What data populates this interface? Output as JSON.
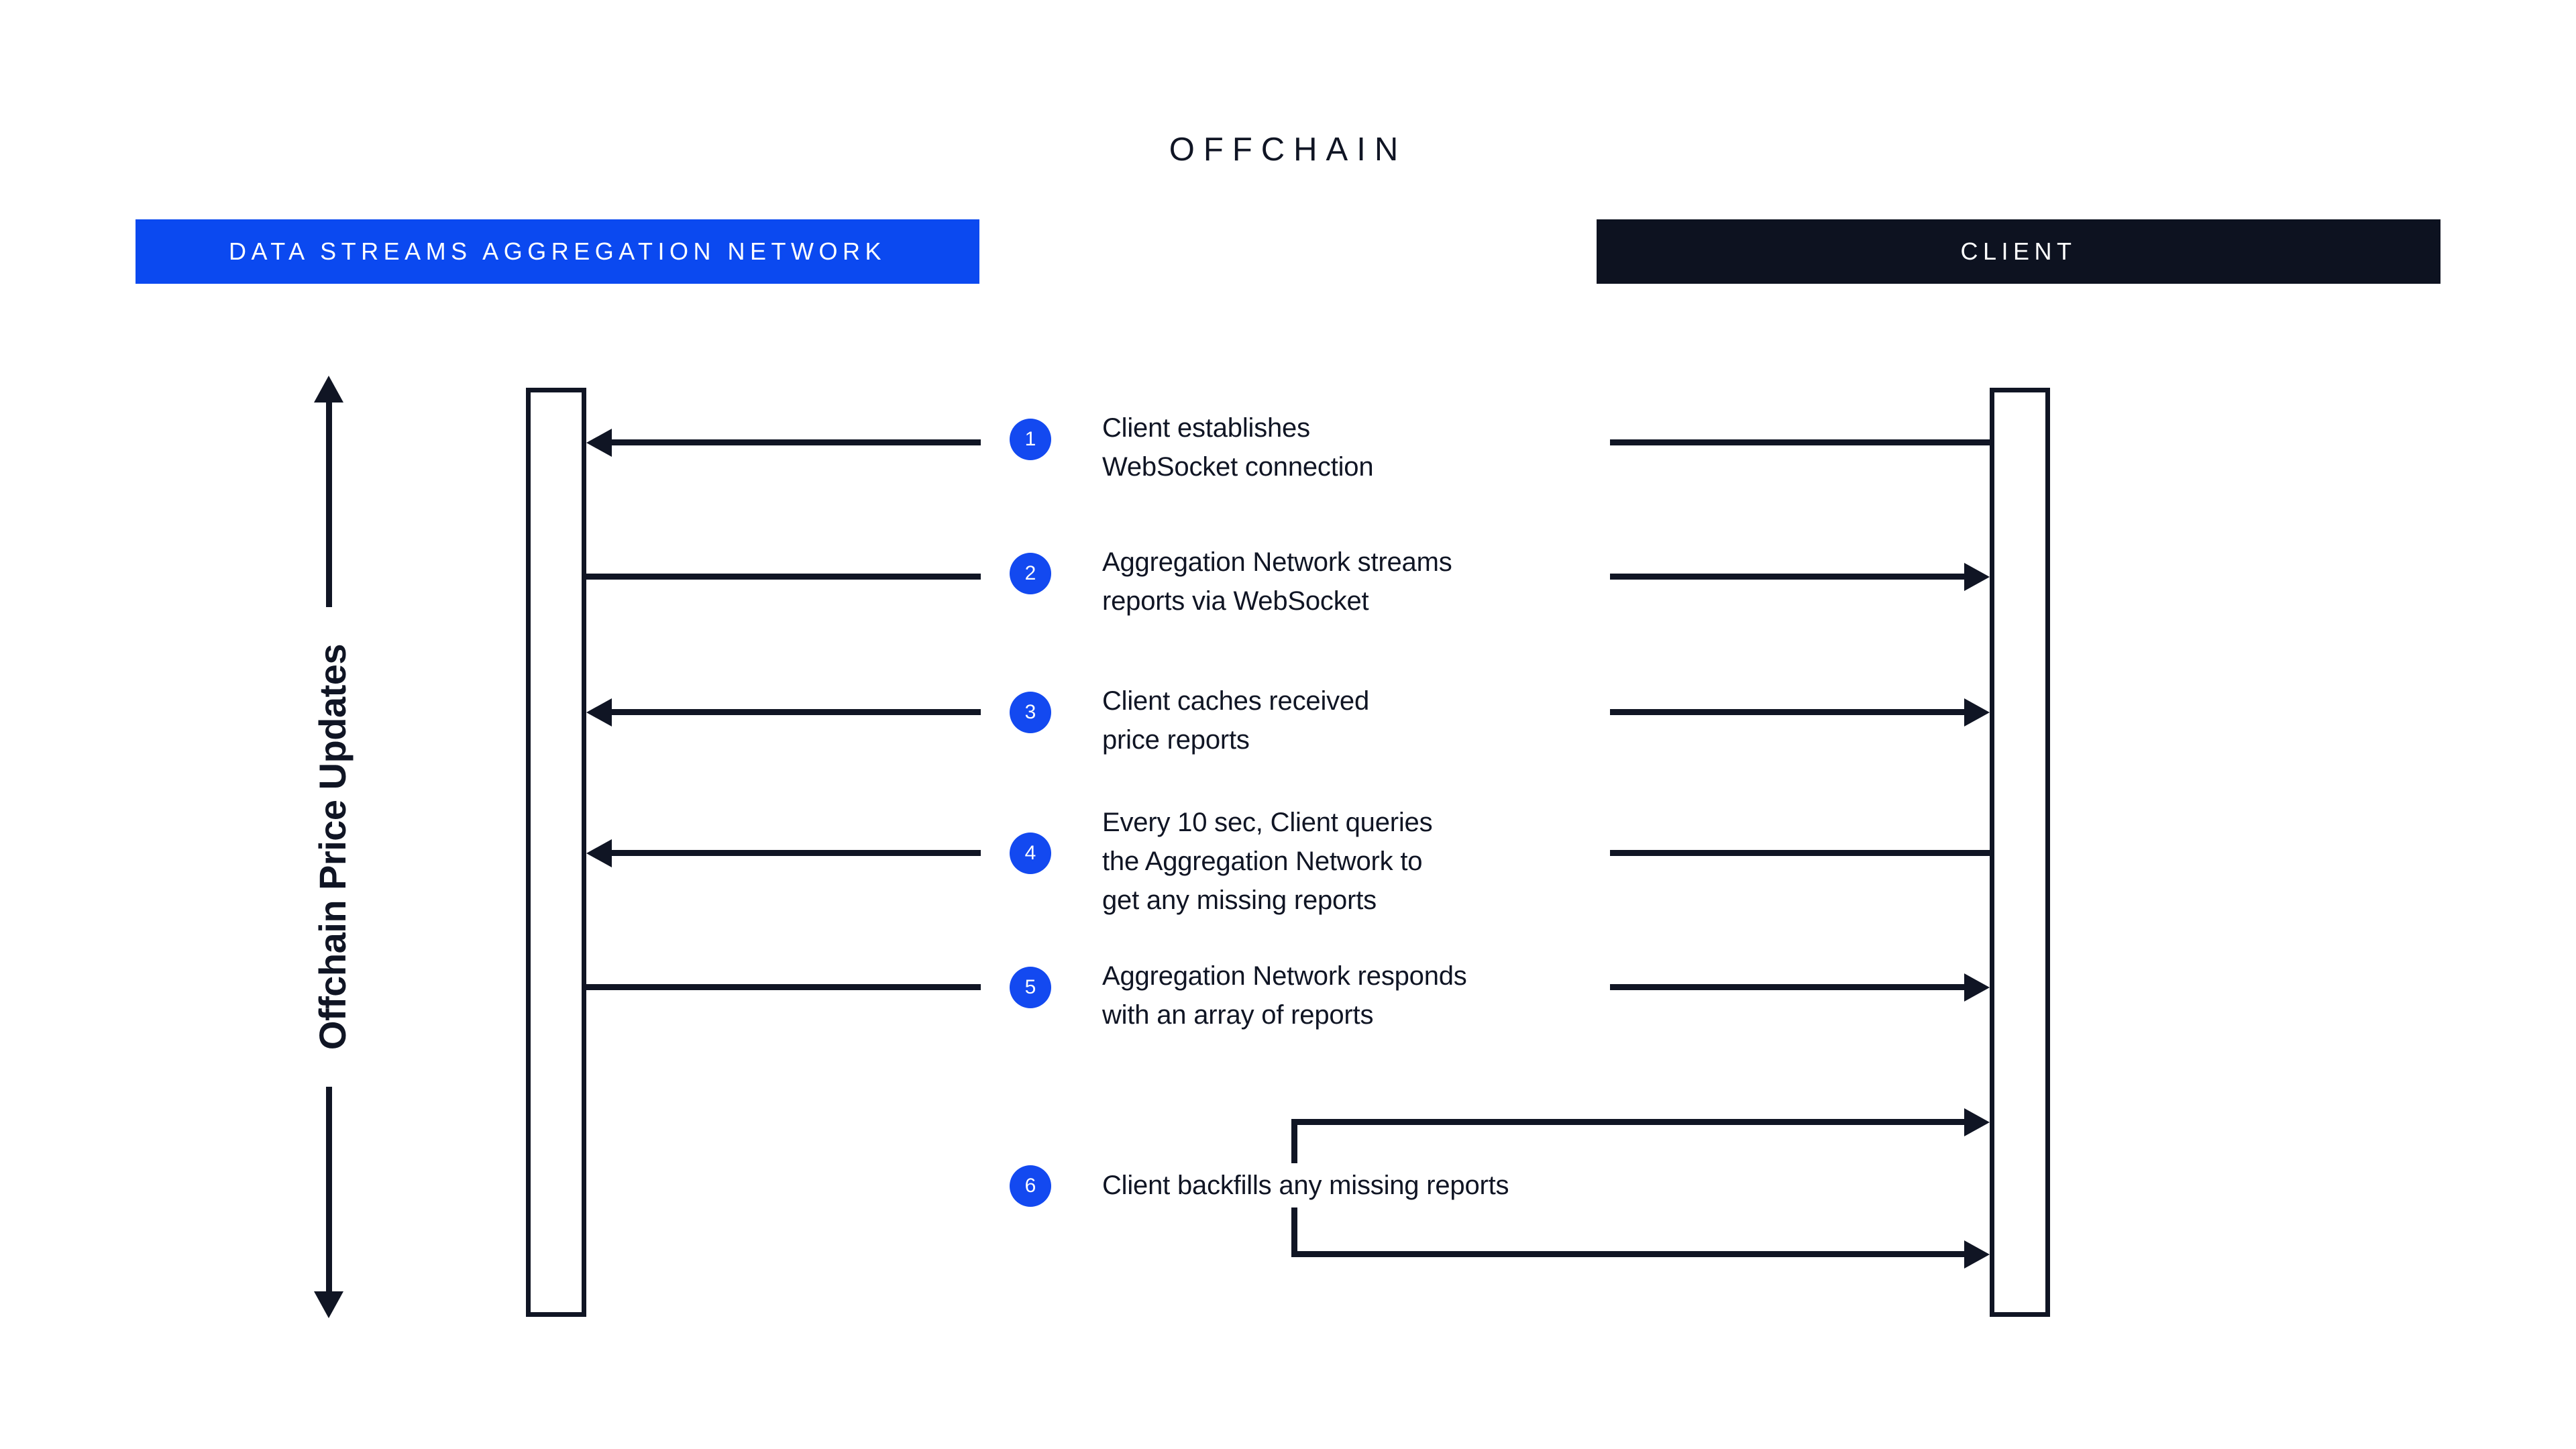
{
  "title": "OFFCHAIN",
  "colors": {
    "accent_blue": "#0B49F0",
    "badge_blue": "#1349F0",
    "dark": "#101524",
    "client_header": "#0D1220",
    "background": "#FFFFFF"
  },
  "lanes": [
    {
      "id": "network",
      "label": "DATA STREAMS AGGREGATION NETWORK",
      "style": "blue"
    },
    {
      "id": "client",
      "label": "CLIENT",
      "style": "dark"
    }
  ],
  "axis": {
    "label": "Offchain Price Updates",
    "arrow_top": "arrow-up-icon",
    "arrow_bottom": "arrow-down-icon"
  },
  "steps": [
    {
      "number": "1",
      "text": "Client establishes\nWebSocket connection",
      "direction": "client-to-network",
      "left_arrowhead": true,
      "right_arrowhead": false
    },
    {
      "number": "2",
      "text": "Aggregation Network streams\nreports via WebSocket",
      "direction": "network-to-client",
      "left_arrowhead": false,
      "right_arrowhead": true
    },
    {
      "number": "3",
      "text": "Client caches received\nprice reports",
      "direction": "client-to-network",
      "left_arrowhead": true,
      "right_arrowhead": true
    },
    {
      "number": "4",
      "text": "Every 10 sec, Client queries\nthe Aggregation Network to\nget any missing reports",
      "direction": "client-to-network",
      "left_arrowhead": true,
      "right_arrowhead": false
    },
    {
      "number": "5",
      "text": "Aggregation Network responds\nwith an array of reports",
      "direction": "network-to-client",
      "left_arrowhead": false,
      "right_arrowhead": true
    },
    {
      "number": "6",
      "text": "Client backfills any missing reports",
      "direction": "client-self-loop",
      "left_arrowhead": false,
      "right_arrowhead": true
    }
  ]
}
